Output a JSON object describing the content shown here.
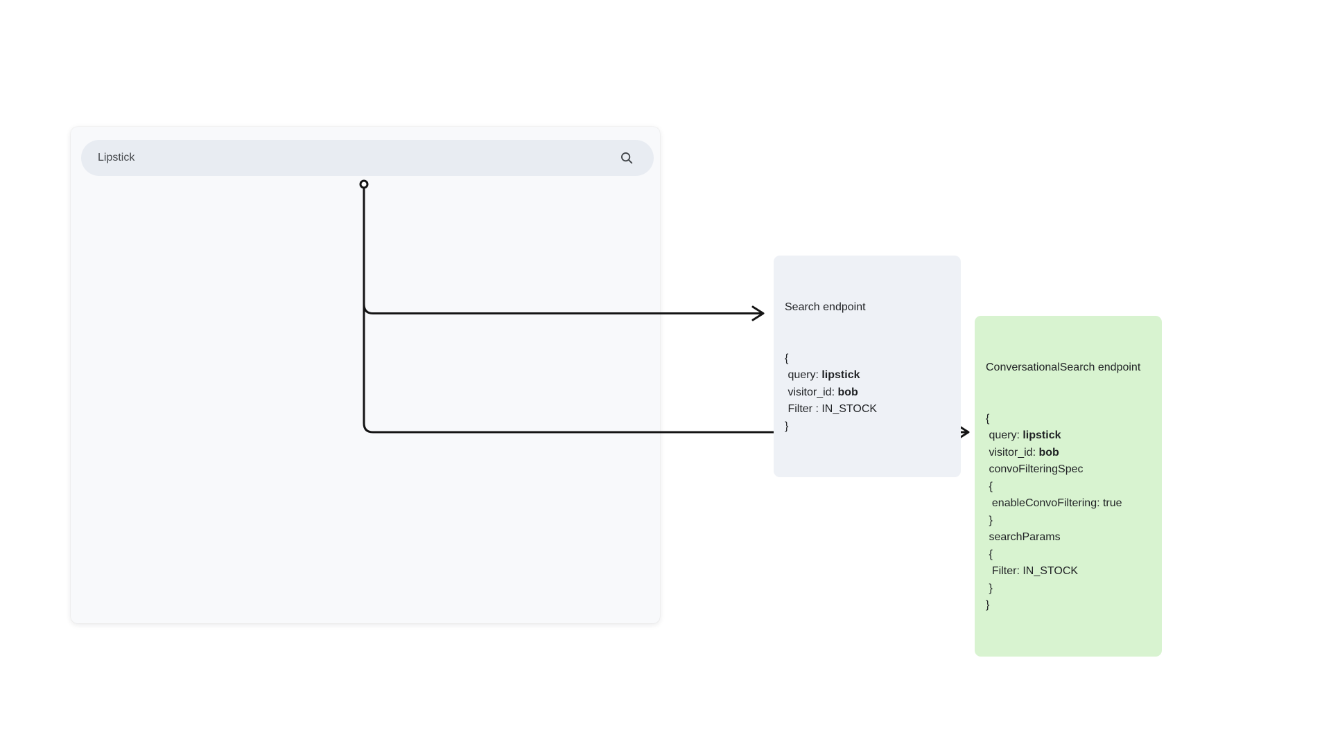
{
  "colors": {
    "page-bg": "#ffffff",
    "panel-bg": "#f8f9fb",
    "searchbar-bg": "#e8ecf2",
    "card-gray-bg": "#eef1f6",
    "card-green-bg": "#d8f3d0",
    "connector": "#141414",
    "text-primary": "#1f2124",
    "search-text": "#46494d"
  },
  "search_panel": {
    "input_value": "Lipstick",
    "icon": "magnifier-icon"
  },
  "cards": [
    {
      "id": "search-endpoint-card",
      "title": "Search endpoint",
      "lines": [
        [
          {
            "t": "{"
          }
        ],
        [
          {
            "t": " query: "
          },
          {
            "t": "lipstick",
            "b": true
          }
        ],
        [
          {
            "t": " visitor_id: "
          },
          {
            "t": "bob",
            "b": true
          }
        ],
        [
          {
            "t": " Filter : IN_STOCK"
          }
        ],
        [
          {
            "t": "}"
          }
        ]
      ]
    },
    {
      "id": "conversational-search-endpoint-card",
      "title": "ConversationalSearch endpoint",
      "lines": [
        [
          {
            "t": "{"
          }
        ],
        [
          {
            "t": " query: "
          },
          {
            "t": "lipstick",
            "b": true
          }
        ],
        [
          {
            "t": " visitor_id: "
          },
          {
            "t": "bob",
            "b": true
          }
        ],
        [
          {
            "t": " convoFilteringSpec"
          }
        ],
        [
          {
            "t": " {"
          }
        ],
        [
          {
            "t": "  enableConvoFiltering: true"
          }
        ],
        [
          {
            "t": " }"
          }
        ],
        [
          {
            "t": " searchParams"
          }
        ],
        [
          {
            "t": " {"
          }
        ],
        [
          {
            "t": "  Filter: IN_STOCK"
          }
        ],
        [
          {
            "t": " }"
          }
        ],
        [
          {
            "t": "}"
          }
        ]
      ]
    }
  ]
}
